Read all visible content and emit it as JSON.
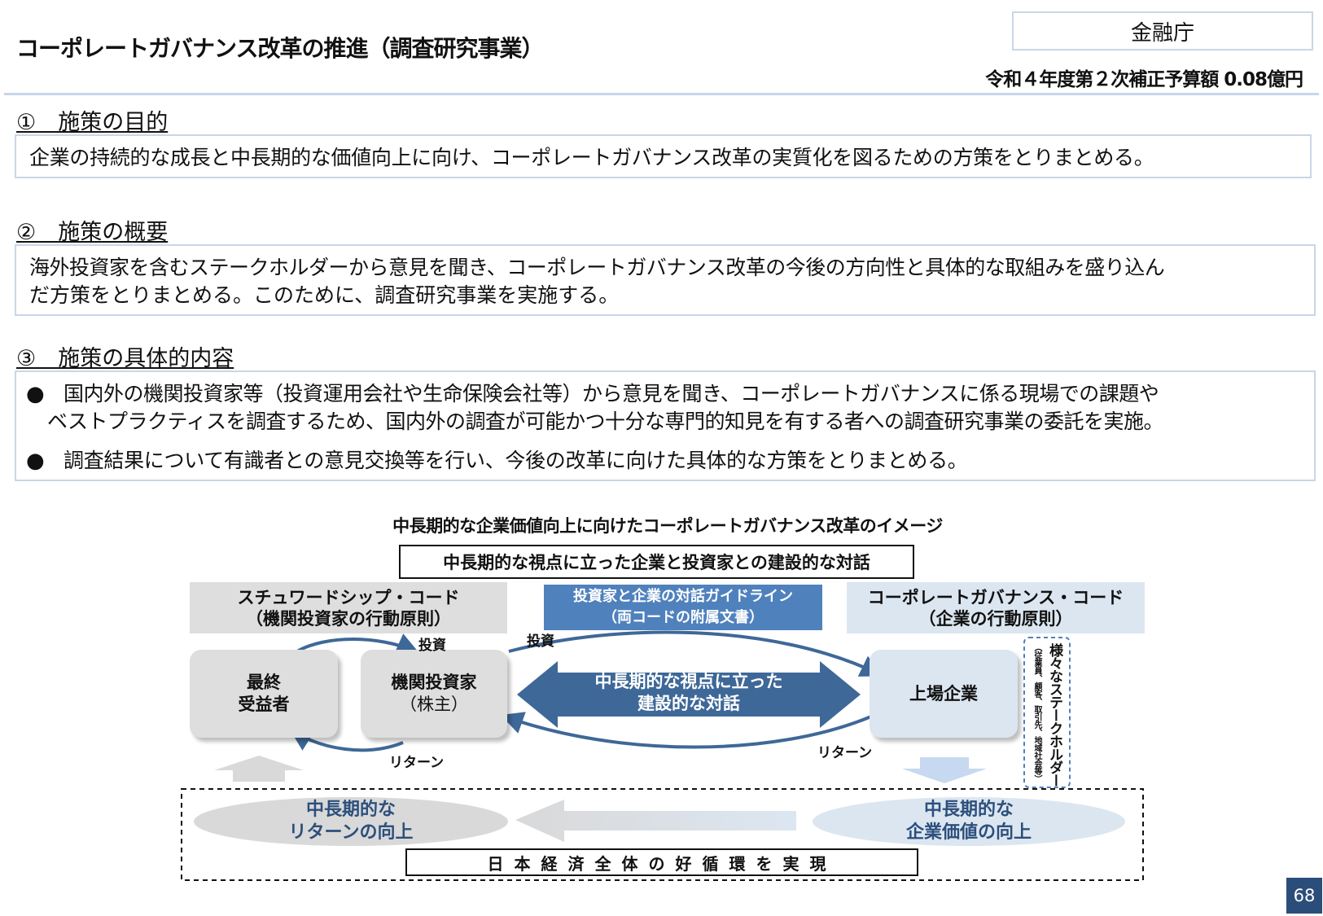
{
  "header": {
    "title": "コーポレートガバナンス改革の推進（調査研究事業）",
    "agency": "金融庁",
    "budget": "令和４年度第２次補正予算額 0.08億円"
  },
  "section1": {
    "heading": "①　施策の目的",
    "text": "企業の持続的な成長と中長期的な価値向上に向け、コーポレートガバナンス改革の実質化を図るための方策をとりまとめる。"
  },
  "section2": {
    "heading": "②　施策の概要",
    "line1": "海外投資家を含むステークホルダーから意見を聞き、コーポレートガバナンス改革の今後の方向性と具体的な取組みを盛り込ん",
    "line2": "だ方策をとりまとめる。このために、調査研究事業を実施する。"
  },
  "section3": {
    "heading": "③　施策の具体的内容",
    "bullet_symbol": "●",
    "bullet1_line1": "国内外の機関投資家等（投資運用会社や生命保険会社等）から意見を聞き、コーポレートガバナンスに係る現場での課題や",
    "bullet1_line2": "ベストプラクティスを調査するため、国内外の調査が可能かつ十分な専門的知見を有する者への調査研究事業の委託を実施。",
    "bullet2": "調査結果について有識者との意見交換等を行い、今後の改革に向けた具体的な方策をとりまとめる。"
  },
  "diagram": {
    "title": "中長期的な企業価値向上に向けたコーポレートガバナンス改革のイメージ",
    "dialog_box": "中長期的な視点に立った企業と投資家との建設的な対話",
    "stewardship_line1": "スチュワードシップ・コード",
    "stewardship_line2": "（機関投資家の行動原則）",
    "guideline_line1": "投資家と企業の対話ガイドライン",
    "guideline_line2": "（両コードの附属文書）",
    "cg_code_line1": "コーポレートガバナンス・コード",
    "cg_code_line2": "（企業の行動原則）",
    "beneficiary_line1": "最終",
    "beneficiary_line2": "受益者",
    "investor_line1": "機関投資家",
    "investor_line2": "（株主）",
    "company": "上場企業",
    "center_arrow_line1": "中長期的な視点に立った",
    "center_arrow_line2": "建設的な対話",
    "invest_label_left": "投資",
    "invest_label_right": "投資",
    "return_label_left": "リターン",
    "return_label_right": "リターン",
    "stakeholders_main": "様々なステークホルダー",
    "stakeholders_sub": "（従業員、顧客、取引先、地域社会等）",
    "return_up_line1": "中長期的な",
    "return_up_line2": "リターンの向上",
    "value_up_line1": "中長期的な",
    "value_up_line2": "企業価値の向上",
    "economy_circle": "日本経済全体の好循環を実現"
  },
  "page_number": "68",
  "colors": {
    "accent": "#2b4d7a",
    "arrow_blue": "#3e6897",
    "light_blue": "#dce6f1",
    "gray": "#dedede"
  }
}
